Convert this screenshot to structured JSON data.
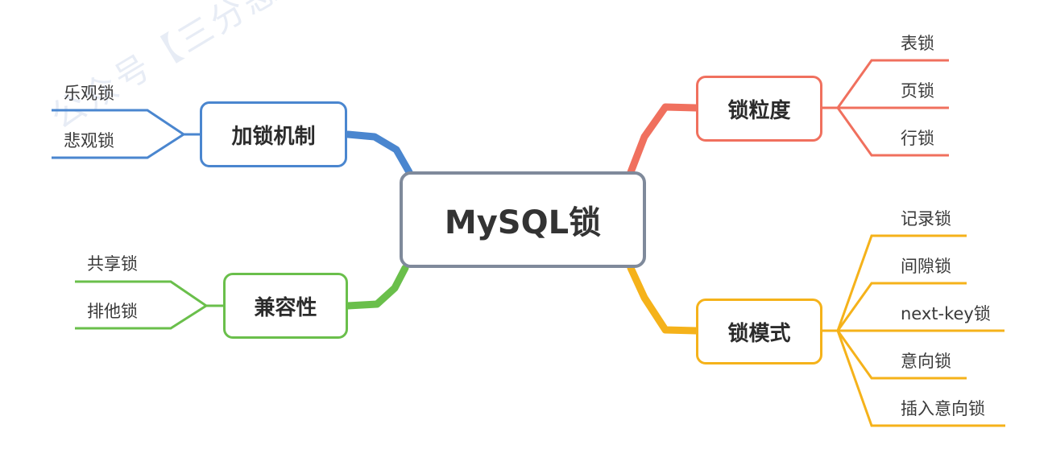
{
  "watermark": "公众号【三分恶】出品",
  "center": {
    "label": "MySQL锁"
  },
  "branches": {
    "jiasuo": {
      "label": "加锁机制",
      "color": "#4a86cf",
      "leaves": [
        "乐观锁",
        "悲观锁"
      ]
    },
    "jianrong": {
      "label": "兼容性",
      "color": "#6abf4b",
      "leaves": [
        "共享锁",
        "排他锁"
      ]
    },
    "lidu": {
      "label": "锁粒度",
      "color": "#f0705e",
      "leaves": [
        "表锁",
        "页锁",
        "行锁"
      ]
    },
    "moshi": {
      "label": "锁模式",
      "color": "#f5b21a",
      "leaves": [
        "记录锁",
        "间隙锁",
        "next-key锁",
        "意向锁",
        "插入意向锁"
      ]
    }
  }
}
